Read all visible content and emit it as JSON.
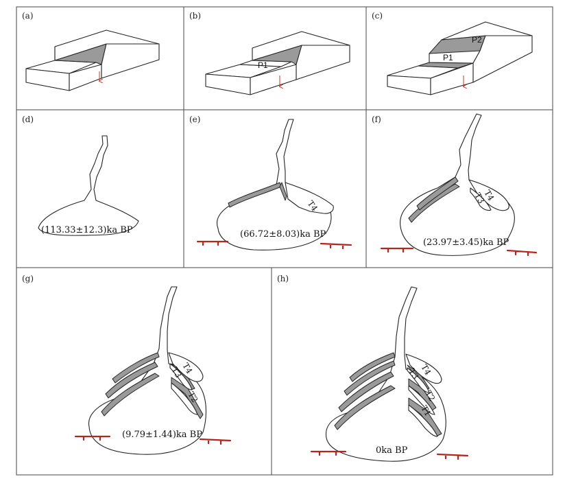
{
  "panels": [
    {
      "id": "a",
      "label": "(a)"
    },
    {
      "id": "b",
      "label": "(b)",
      "terraces": [
        "P1"
      ]
    },
    {
      "id": "c",
      "label": "(c)",
      "terraces": [
        "P1",
        "P2"
      ]
    },
    {
      "id": "d",
      "label": "(d)",
      "age": "(113.33±12.3)ka BP"
    },
    {
      "id": "e",
      "label": "(e)",
      "age": "(66.72±8.03)ka BP",
      "terraces": [
        "T4"
      ]
    },
    {
      "id": "f",
      "label": "(f)",
      "age": "(23.97±3.45)ka BP",
      "terraces": [
        "T4",
        "T3"
      ]
    },
    {
      "id": "g",
      "label": "(g)",
      "age": "(9.79±1.44)ka BP",
      "terraces": [
        "T4",
        "T3",
        "T2"
      ]
    },
    {
      "id": "h",
      "label": "(h)",
      "age": "0ka BP",
      "terraces": [
        "T4",
        "T3",
        "T2",
        "T1"
      ]
    }
  ],
  "colors": {
    "fault": "#b3261e",
    "terrace_fill": "#9a9a9a",
    "frame": "#444444"
  }
}
